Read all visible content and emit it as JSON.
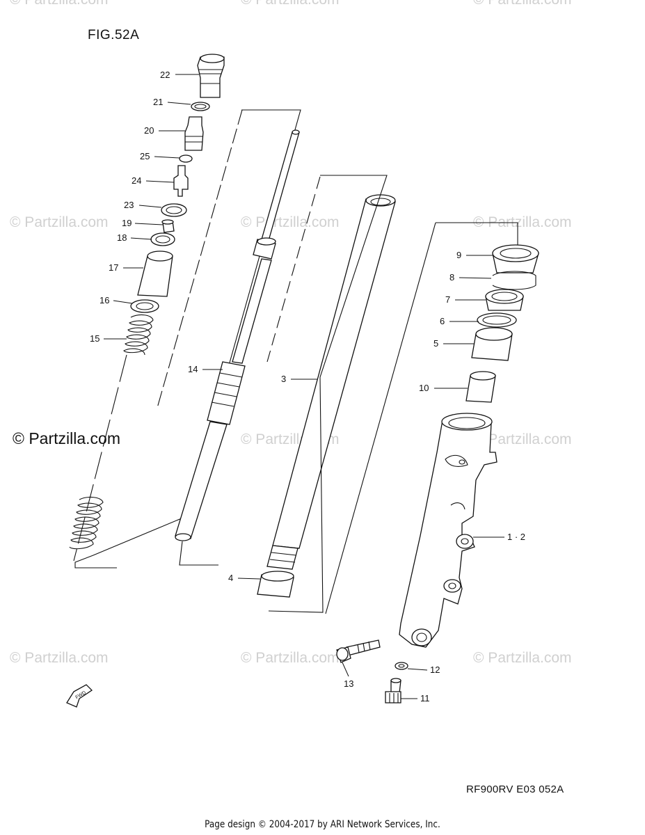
{
  "figure": {
    "title": "FIG.52A"
  },
  "watermarks": {
    "small": "© Partzilla.com",
    "main": "© Partzilla.com"
  },
  "fwd_badge": "FWD",
  "model_code": "RF900RV E03  052A",
  "footer": "Page design © 2004-2017 by ARI Network Services, Inc.",
  "callouts": [
    "22",
    "21",
    "20",
    "25",
    "24",
    "23",
    "19",
    "18",
    "17",
    "16",
    "15",
    "14",
    "3",
    "9",
    "8",
    "7",
    "6",
    "5",
    "10",
    "1 · 2",
    "4",
    "13",
    "12",
    "11"
  ]
}
